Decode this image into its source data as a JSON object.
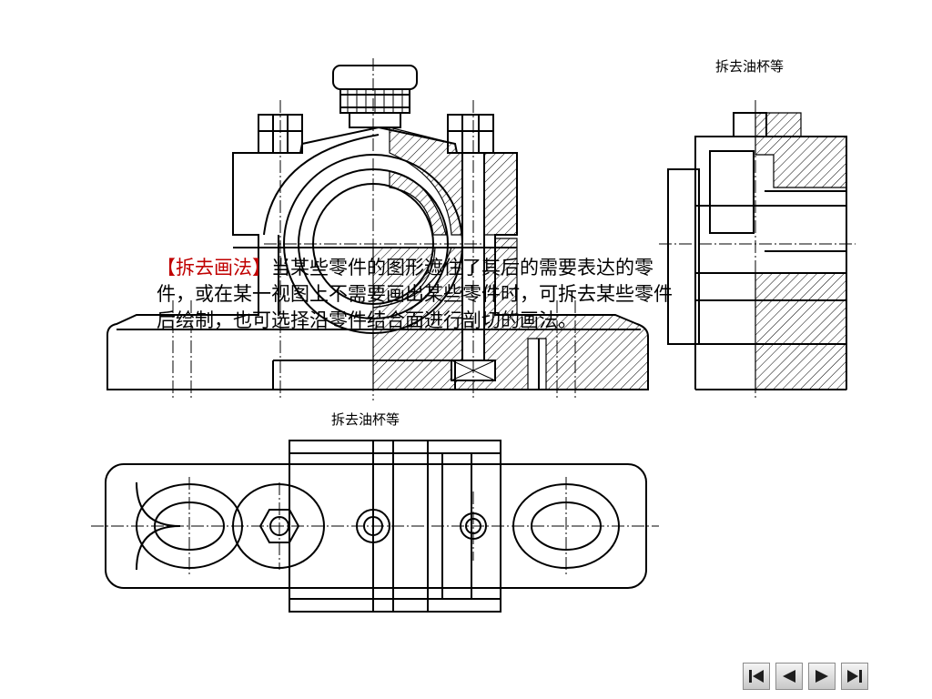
{
  "labels": {
    "side_view": "拆去油杯等",
    "top_view": "拆去油杯等"
  },
  "caption": {
    "title": "【拆去画法】",
    "body": "当某些零件的图形遮住了其后的需要表达的零\n件，或在某一视图上不需要画出某些零件时，可拆去某些零件\n后绘制，也可选择沿零件结合面进行剖切的画法。"
  },
  "nav": {
    "icons": [
      "first-slide-icon",
      "previous-slide-icon",
      "next-slide-icon",
      "last-slide-icon"
    ],
    "color": "#1e1e1e"
  }
}
